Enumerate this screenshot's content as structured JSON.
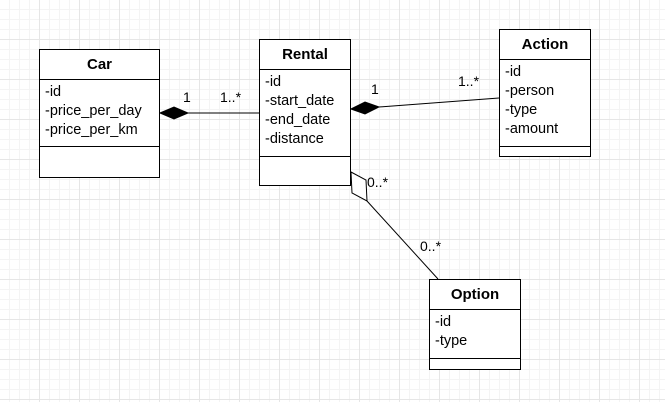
{
  "classes": {
    "car": {
      "name": "Car",
      "attributes": [
        "-id",
        "-price_per_day",
        "-price_per_km"
      ]
    },
    "rental": {
      "name": "Rental",
      "attributes": [
        "-id",
        "-start_date",
        "-end_date",
        "-distance"
      ]
    },
    "action": {
      "name": "Action",
      "attributes": [
        "-id",
        "-person",
        "-type",
        "-amount"
      ]
    },
    "option": {
      "name": "Option",
      "attributes": [
        "-id",
        "-type"
      ]
    }
  },
  "associations": {
    "car_rental": {
      "type": "composition",
      "source_multiplicity": "1",
      "target_multiplicity": "1..*"
    },
    "rental_action": {
      "type": "composition",
      "source_multiplicity": "1",
      "target_multiplicity": "1..*"
    },
    "rental_option": {
      "type": "aggregation",
      "source_multiplicity": "0..*",
      "target_multiplicity": "0..*"
    }
  }
}
